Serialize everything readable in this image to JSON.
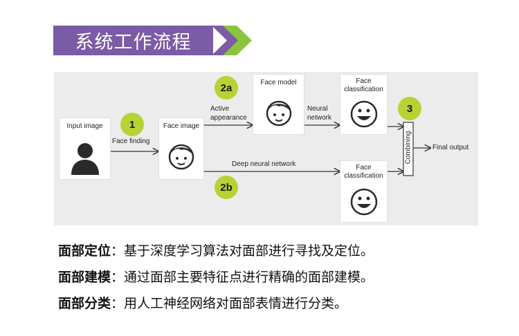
{
  "title": "系统工作流程",
  "colors": {
    "title_bg": "#7b5aa6",
    "arrow_green": "#8bc53f",
    "badge": "#b6d333",
    "panel_bg": "#ececec"
  },
  "diagram": {
    "nodes": {
      "input_image": "Input image",
      "face_image": "Face image",
      "face_model": "Face model",
      "face_classification_top": "Face classification",
      "face_classification_bottom": "Face classification"
    },
    "badges": {
      "b1": "1",
      "b2a": "2a",
      "b2b": "2b",
      "b3": "3"
    },
    "edge_labels": {
      "face_finding": "Face finding",
      "active_appearance_1": "Active",
      "active_appearance_2": "appearance",
      "neural_network_1": "Neural",
      "neural_network_2": "network",
      "deep_neural_network": "Deep neural network",
      "combining": "Combining",
      "final_output": "Final output"
    },
    "icons": [
      "person-icon",
      "face-icon",
      "face-icon",
      "smiley-icon",
      "smiley-icon"
    ]
  },
  "bullets": [
    {
      "term": "面部定位",
      "sep": "：",
      "text": "基于深度学习算法对面部进行寻找及定位。"
    },
    {
      "term": "面部建模",
      "sep": "：",
      "text": "通过面部主要特征点进行精确的面部建模。"
    },
    {
      "term": "面部分类",
      "sep": "：",
      "text": "用人工神经网络对面部表情进行分类。"
    }
  ]
}
